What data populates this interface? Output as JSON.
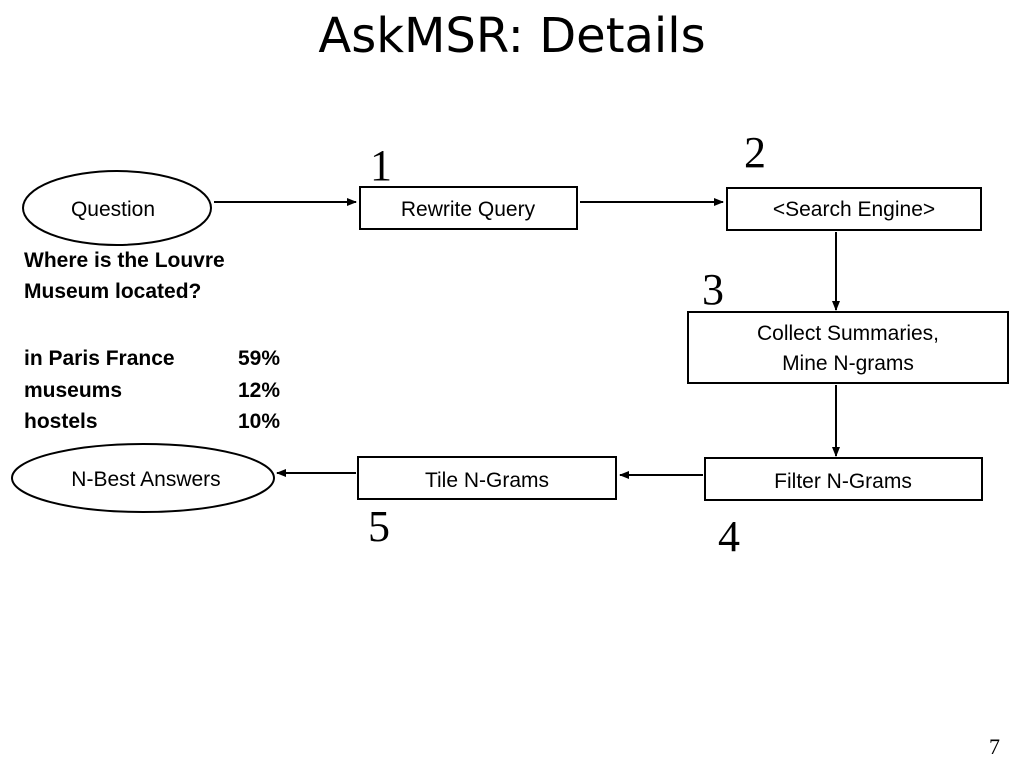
{
  "title": "AskMSR: Details",
  "nodes": {
    "question": "Question",
    "rewrite_query": "Rewrite Query",
    "search_engine": "<Search Engine>",
    "collect_summaries_line1": "Collect Summaries,",
    "collect_summaries_line2": "Mine N-grams",
    "filter_ngrams": "Filter N-Grams",
    "tile_ngrams": "Tile N-Grams",
    "nbest_answers": "N-Best Answers"
  },
  "steps": {
    "step1": "1",
    "step2": "2",
    "step3": "3",
    "step4": "4",
    "step5": "5"
  },
  "example_question": {
    "line1": "Where is the Louvre",
    "line2": "Museum located?"
  },
  "answers": [
    {
      "text": "in Paris France",
      "score": "59%"
    },
    {
      "text": "museums",
      "score": "12%"
    },
    {
      "text": "hostels",
      "score": "10%"
    }
  ],
  "page_number": "7"
}
